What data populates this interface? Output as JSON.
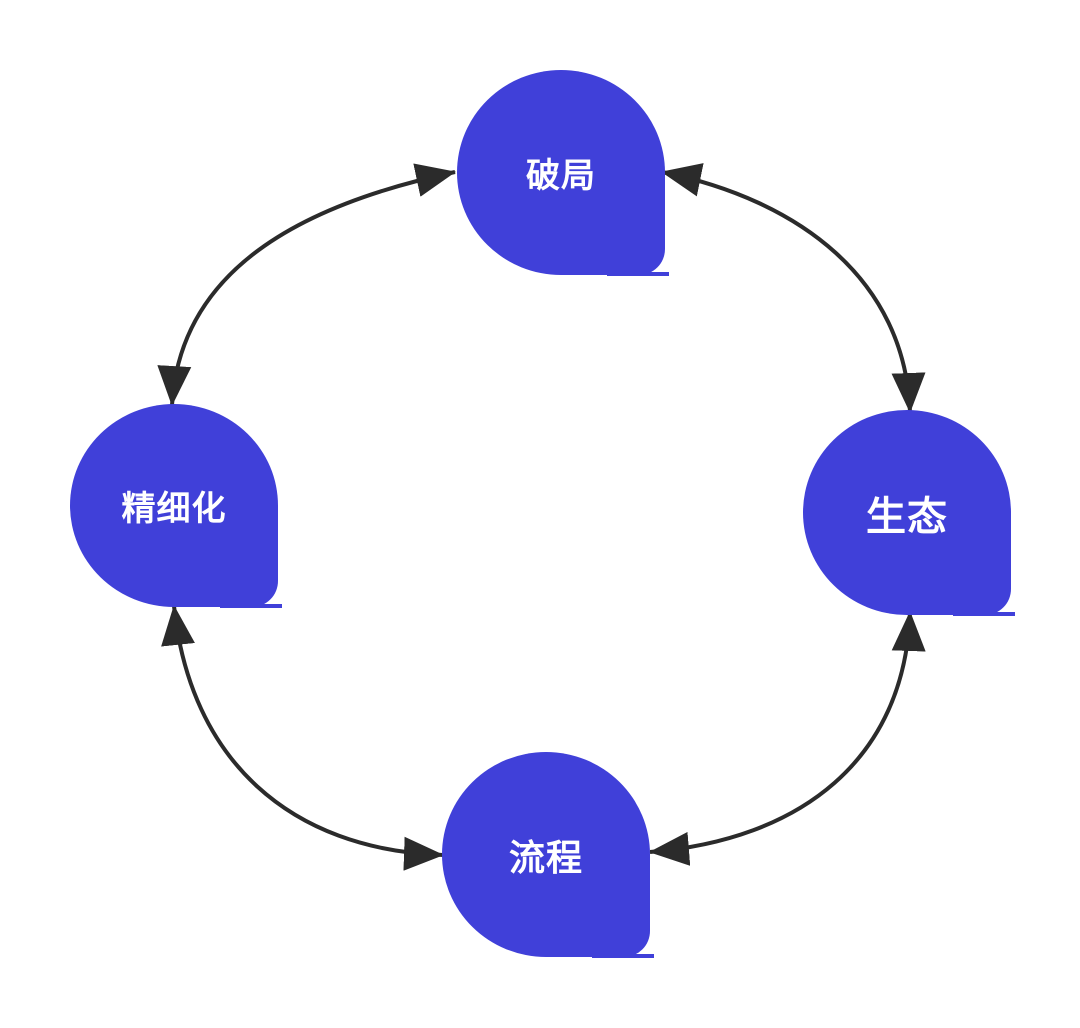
{
  "diagram": {
    "type": "cycle",
    "colors": {
      "node_fill": "#4040d9",
      "node_text": "#ffffff",
      "edge": "#2b2b2b",
      "background": "#ffffff"
    },
    "nodes": {
      "top": {
        "label": "破局"
      },
      "right": {
        "label": "生态"
      },
      "bottom": {
        "label": "流程"
      },
      "left": {
        "label": "精细化"
      }
    },
    "edges": [
      {
        "from": "top",
        "to": "right",
        "direction": "both"
      },
      {
        "from": "right",
        "to": "bottom",
        "direction": "both"
      },
      {
        "from": "bottom",
        "to": "left",
        "direction": "both"
      },
      {
        "from": "left",
        "to": "top",
        "direction": "both"
      }
    ]
  }
}
